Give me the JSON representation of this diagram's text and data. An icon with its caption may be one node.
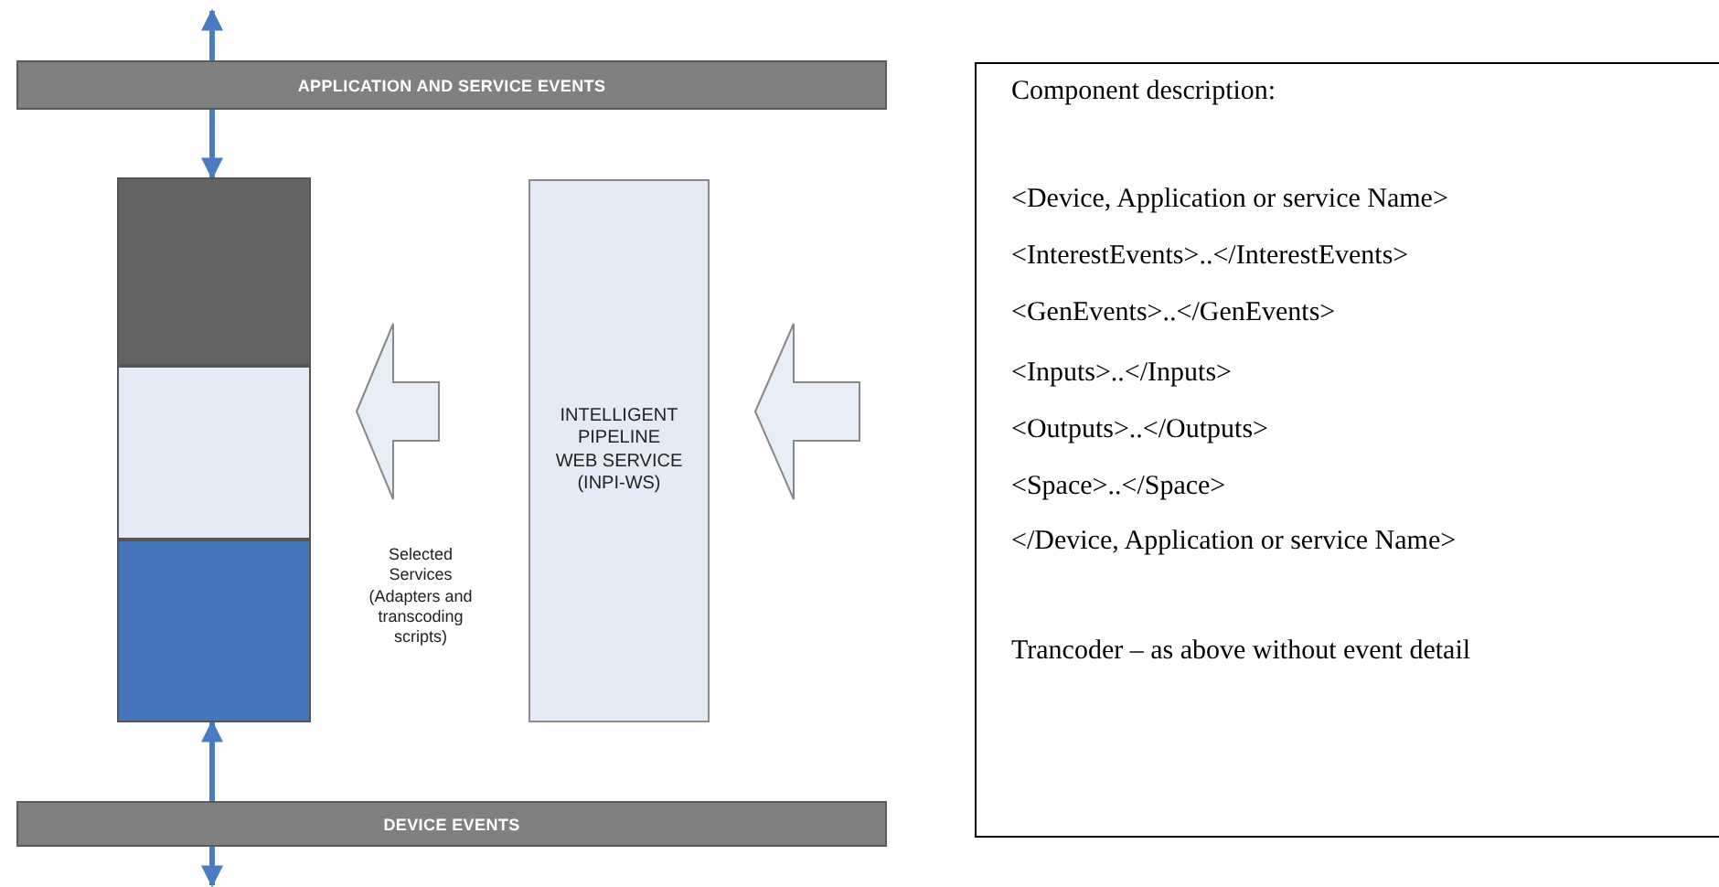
{
  "diagram": {
    "nodes": [
      {
        "text": [
          "APPLICATION AND SERVICE EVENTS"
        ]
      },
      {
        "text": [],
        "shape": "box"
      },
      {
        "text": [],
        "shape": "box"
      },
      {
        "text": [],
        "shape": "box"
      },
      {
        "text": [
          "INTELLIGENT PIPELINE WEB SERVICE (INPI-WS)"
        ]
      },
      {
        "text": [
          "DEVICE EVENTS"
        ]
      },
      {
        "text": [
          "Component description:",
          "<Device, Application or service Name>",
          "<InterestEvents>..</InterestEvents>",
          "<GenEvents>..</GenEvents>",
          "<Inputs>..</Inputs>",
          "<Outputs>..</Outputs>",
          "<Space>..</Space>",
          "</Device, Application or service Name>",
          "Trancoder – as above without event detail"
        ]
      }
    ],
    "edges": [
      {
        "from": 0,
        "to": null,
        "arrow": "to"
      },
      {
        "from": 0,
        "to": 1,
        "arrow": "to"
      },
      {
        "from": 4,
        "to": 2,
        "arrow": "to"
      },
      {
        "from": null,
        "to": 4,
        "arrow": "to"
      },
      {
        "from": 5,
        "to": 3,
        "arrow": "to"
      },
      {
        "from": 5,
        "to": null,
        "arrow": "to"
      }
    ],
    "labels": [
      "Selected Services (Adapters and transcoding scripts)"
    ]
  }
}
